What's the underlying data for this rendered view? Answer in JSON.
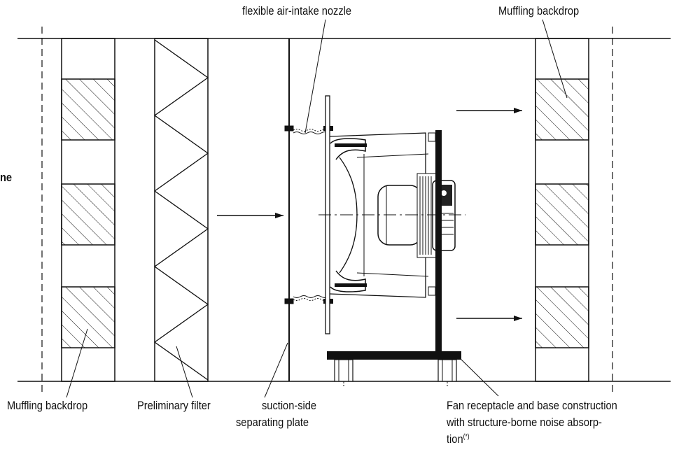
{
  "labels": {
    "nozzle": "flexible air-intake nozzle",
    "backdrop_top": "Muffling backdrop",
    "clipped_left": "ne",
    "backdrop_bottom": "Muffling backdrop",
    "prefilter": "Preliminary filter",
    "plate_line1": "suction-side",
    "plate_line2": "separating plate",
    "base_line1": "Fan receptacle and base construction",
    "base_line2": "with structure-borne noise absorp-",
    "base_line3": "tion",
    "base_note": "(*)"
  }
}
